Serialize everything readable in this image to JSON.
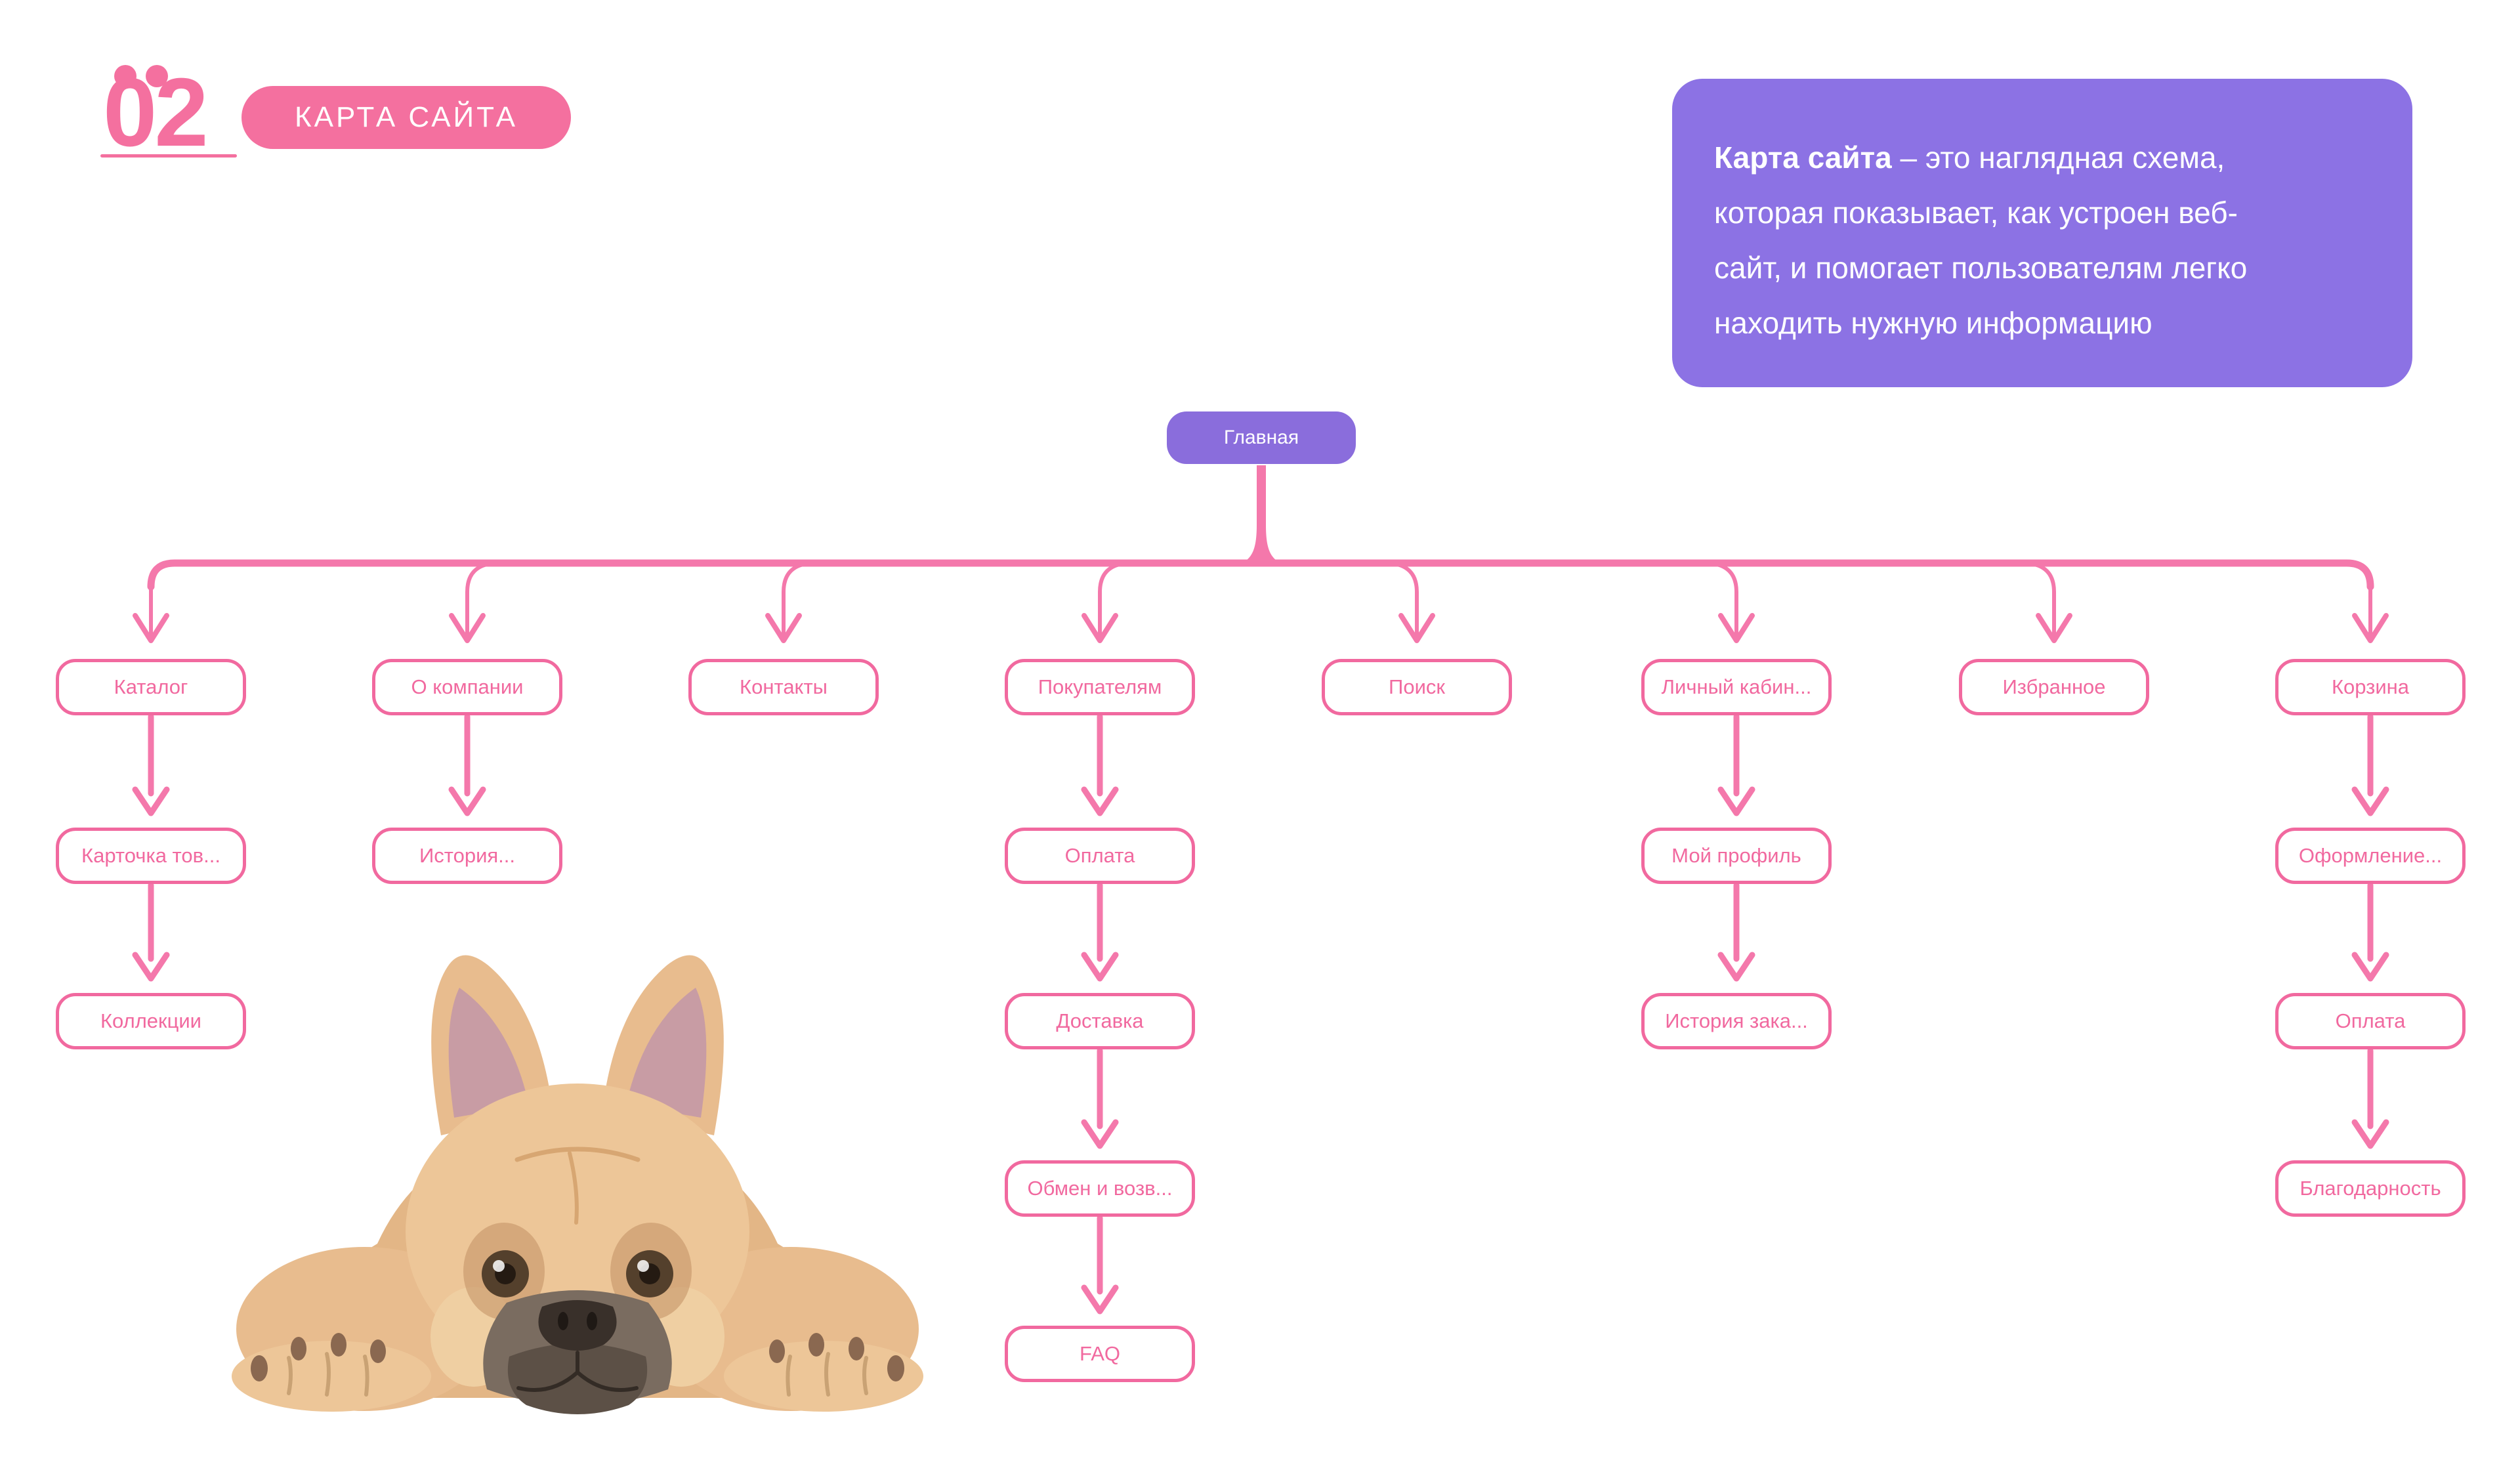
{
  "header": {
    "number": "02",
    "badge": "КАРТА САЙТА"
  },
  "info_box": {
    "title": "Карта сайта",
    "line1_rest": " – это наглядная схема,",
    "line2": "которая показывает, как устроен веб-",
    "line3": "сайт, и помогает пользователям легко",
    "line4": "находить нужную информацию"
  },
  "sitemap": {
    "root": "Главная",
    "columns": [
      {
        "top": "Каталог",
        "children": [
          "Карточка тов...",
          "Коллекции"
        ]
      },
      {
        "top": "О компании",
        "children": [
          "История..."
        ]
      },
      {
        "top": "Контакты",
        "children": []
      },
      {
        "top": "Покупателям",
        "children": [
          "Оплата",
          "Доставка",
          "Обмен и возв...",
          "FAQ"
        ]
      },
      {
        "top": "Поиск",
        "children": []
      },
      {
        "top": "Личный кабин...",
        "children": [
          "Мой профиль",
          "История зака..."
        ]
      },
      {
        "top": "Избранное",
        "children": []
      },
      {
        "top": "Корзина",
        "children": [
          "Оформление...",
          "Оплата",
          "Благодарность"
        ]
      }
    ]
  },
  "illustration": {
    "name": "french-bulldog-photo"
  },
  "colors": {
    "pink": "#F1699F",
    "pink_connector": "#F478AB",
    "badge_pink": "#F4709F",
    "purple_box": "#8C72E4",
    "purple_node": "#8A6DDC",
    "text_on_purple": "#FFFFFF"
  }
}
